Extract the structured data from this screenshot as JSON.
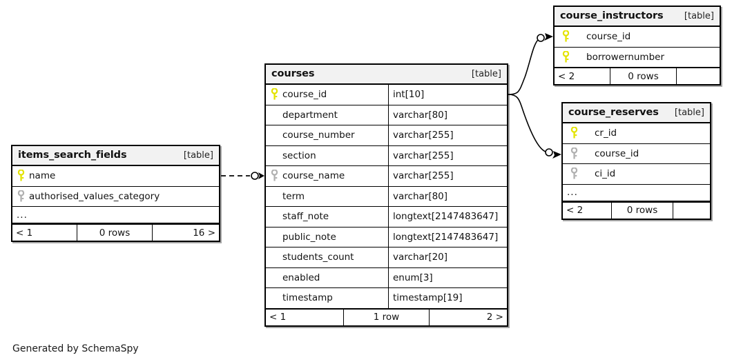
{
  "diagram": {
    "generator_note": "Generated by SchemaSpy",
    "table_kind_label": "[table]",
    "ellipsis": "...",
    "colors": {
      "primary_key": "#e3e300",
      "foreign_key": "#b0b0b0",
      "header_bg": "#f2f2f2",
      "border": "#000000",
      "background": "#ffffff"
    }
  },
  "tables": {
    "items_search_fields": {
      "title": "items_search_fields",
      "kind": "[table]",
      "columns": [
        {
          "key": "primary",
          "name": "name",
          "type": ""
        },
        {
          "key": "foreign",
          "name": "authorised_values_category",
          "type": ""
        }
      ],
      "has_ellipsis": true,
      "footer": {
        "left": "< 1",
        "middle": "0 rows",
        "right": "16 >"
      }
    },
    "courses": {
      "title": "courses",
      "kind": "[table]",
      "columns": [
        {
          "key": "primary",
          "name": "course_id",
          "type": "int[10]"
        },
        {
          "key": "none",
          "name": "department",
          "type": "varchar[80]"
        },
        {
          "key": "none",
          "name": "course_number",
          "type": "varchar[255]"
        },
        {
          "key": "none",
          "name": "section",
          "type": "varchar[255]"
        },
        {
          "key": "foreign",
          "name": "course_name",
          "type": "varchar[255]"
        },
        {
          "key": "none",
          "name": "term",
          "type": "varchar[80]"
        },
        {
          "key": "none",
          "name": "staff_note",
          "type": "longtext[2147483647]"
        },
        {
          "key": "none",
          "name": "public_note",
          "type": "longtext[2147483647]"
        },
        {
          "key": "none",
          "name": "students_count",
          "type": "varchar[20]"
        },
        {
          "key": "none",
          "name": "enabled",
          "type": "enum[3]"
        },
        {
          "key": "none",
          "name": "timestamp",
          "type": "timestamp[19]"
        }
      ],
      "has_ellipsis": false,
      "footer": {
        "left": "< 1",
        "middle": "1 row",
        "right": "2 >"
      }
    },
    "course_instructors": {
      "title": "course_instructors",
      "kind": "[table]",
      "columns": [
        {
          "key": "primary",
          "name": "course_id",
          "type": ""
        },
        {
          "key": "primary",
          "name": "borrowernumber",
          "type": ""
        }
      ],
      "has_ellipsis": false,
      "footer": {
        "left": "< 2",
        "middle": "0 rows",
        "right": ""
      }
    },
    "course_reserves": {
      "title": "course_reserves",
      "kind": "[table]",
      "columns": [
        {
          "key": "primary",
          "name": "cr_id",
          "type": ""
        },
        {
          "key": "foreign",
          "name": "course_id",
          "type": ""
        },
        {
          "key": "foreign",
          "name": "ci_id",
          "type": ""
        }
      ],
      "has_ellipsis": true,
      "footer": {
        "left": "< 2",
        "middle": "0 rows",
        "right": ""
      }
    }
  },
  "relationships": [
    {
      "name": "courses-to-course_instructors",
      "style": "solid"
    },
    {
      "name": "courses-to-course_reserves",
      "style": "solid"
    },
    {
      "name": "items_search_fields-to-courses",
      "style": "dashed"
    }
  ]
}
